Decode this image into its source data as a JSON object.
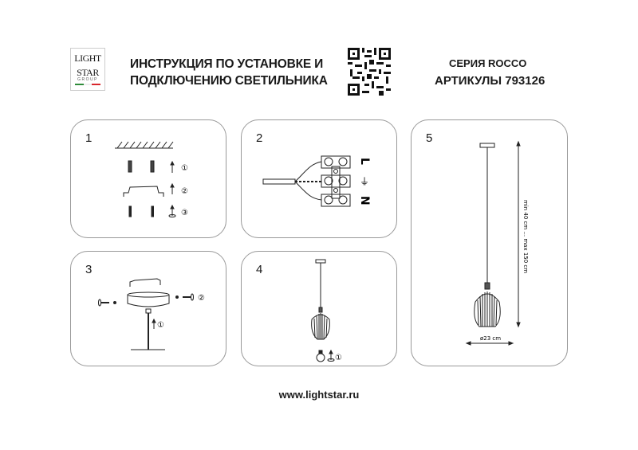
{
  "logo": {
    "line1": "LIGHT",
    "line2": "STAR",
    "line3": "GROUP",
    "flag_colors": [
      "#2e8b3a",
      "#ffffff",
      "#d8262c"
    ]
  },
  "header": {
    "title_line1": "ИНСТРУКЦИЯ ПО УСТАНОВКЕ И",
    "title_line2": "ПОДКЛЮЧЕНИЮ СВЕТИЛЬНИКА",
    "series": "СЕРИЯ ROCCO",
    "articles": "АРТИКУЛЫ 793126",
    "qr_icon": "qr-code"
  },
  "panels": [
    {
      "number": "1",
      "steps": [
        "①",
        "②",
        "③"
      ]
    },
    {
      "number": "2",
      "labels": {
        "live": "L",
        "earth": "⏚",
        "neutral": "N"
      }
    },
    {
      "number": "3",
      "steps": [
        "①",
        "②"
      ]
    },
    {
      "number": "4",
      "steps": [
        "①"
      ]
    },
    {
      "number": "5",
      "height_label": "min 40 cm ... max 150 cm",
      "diameter_label": "ø23 cm"
    }
  ],
  "footer": {
    "website": "www.lightstar.ru"
  }
}
